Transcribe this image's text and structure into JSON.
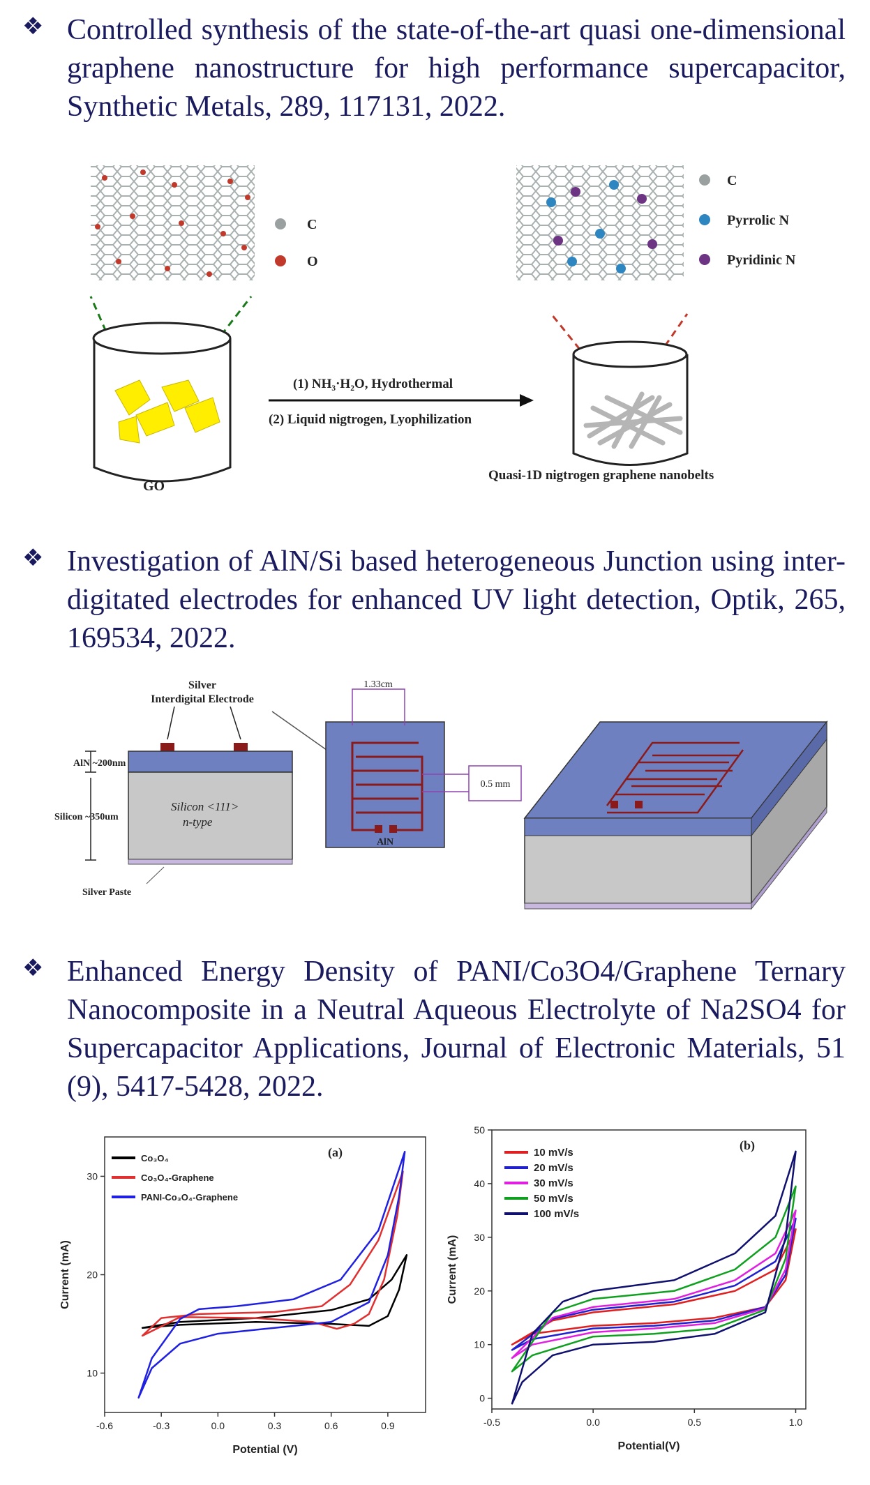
{
  "entries": [
    {
      "text": "Controlled synthesis of the state-of-the-art quasi one-dimensional graphene nanostructure for high performance supercapacitor, Synthetic Metals, 289, 117131, 2022."
    },
    {
      "text": "Investigation of AlN/Si based heterogeneous Junction using inter-digitated electrodes for enhanced UV light detection, Optik, 265, 169534, 2022."
    },
    {
      "text": "Enhanced Energy Density of PANI/Co3O4/Graphene Ternary Nanocomposite in a Neutral Aqueous Electrolyte of Na2SO4 for Supercapacitor Applications, Journal of Electronic Materials, 51 (9), 5417-5428, 2022."
    }
  ],
  "bullet": "❖",
  "fig1": {
    "legend_left": {
      "c": "C",
      "o": "O"
    },
    "legend_right": {
      "c": "C",
      "pyrrolic": "Pyrrolic N",
      "pyridinic": "Pyridinic N"
    },
    "step1": "(1) NH₃·H₂O, Hydrothermal",
    "step2": "(2) Liquid nigtrogen, Lyophilization",
    "go_label": "GO",
    "product_label": "Quasi-1D nigtrogen graphene nanobelts",
    "colors": {
      "carbon": "#9aa0a0",
      "oxygen": "#c0392b",
      "pyrrolic": "#2e86c1",
      "pyridinic": "#6c3483",
      "go_flake": "#ffee00"
    }
  },
  "fig2": {
    "electrode_title1": "Silver",
    "electrode_title2": "Interdigital Electrode",
    "aln_thickness": "AlN ~200nm",
    "si_thickness": "Silicon ~350um",
    "si_label1": "Silicon <111>",
    "si_label2": "n-type",
    "paste_label": "Silver Paste",
    "width_label": "1.33cm",
    "gap_label": "0.5 mm",
    "aln_label": "AlN",
    "colors": {
      "aln": "#6e80c0",
      "silicon": "#c8c8c8",
      "electrode": "#8b1a1a"
    }
  },
  "chart_data": [
    {
      "type": "line",
      "panel_label": "(a)",
      "xlabel": "Potential (V)",
      "ylabel": "Current (mA)",
      "xlim": [
        -0.6,
        1.1
      ],
      "ylim": [
        6,
        34
      ],
      "xticks": [
        "-0.6",
        "-0.3",
        "0.0",
        "0.3",
        "0.6",
        "0.9"
      ],
      "yticks": [
        "10",
        "20",
        "30"
      ],
      "legend": "top-left",
      "series": [
        {
          "name": "Co₃O₄",
          "color": "#000000",
          "upper": [
            [
              -0.4,
              14.6
            ],
            [
              -0.2,
              15.2
            ],
            [
              0.2,
              15.6
            ],
            [
              0.6,
              16.4
            ],
            [
              0.8,
              17.5
            ],
            [
              0.92,
              19.5
            ],
            [
              1.0,
              22.0
            ]
          ],
          "lower": [
            [
              1.0,
              22.0
            ],
            [
              0.96,
              18.5
            ],
            [
              0.9,
              15.8
            ],
            [
              0.8,
              14.8
            ],
            [
              0.6,
              15.0
            ],
            [
              0.2,
              15.2
            ],
            [
              -0.2,
              14.9
            ],
            [
              -0.4,
              14.6
            ]
          ]
        },
        {
          "name": "Co₃O₄-Graphene",
          "color": "#e03030",
          "upper": [
            [
              -0.4,
              13.8
            ],
            [
              -0.3,
              15.6
            ],
            [
              -0.1,
              16.0
            ],
            [
              0.3,
              16.2
            ],
            [
              0.55,
              16.8
            ],
            [
              0.7,
              19.0
            ],
            [
              0.85,
              23.5
            ],
            [
              0.98,
              30.5
            ]
          ],
          "lower": [
            [
              0.98,
              30.5
            ],
            [
              0.95,
              26.0
            ],
            [
              0.88,
              19.5
            ],
            [
              0.8,
              16.0
            ],
            [
              0.72,
              15.0
            ],
            [
              0.63,
              14.5
            ],
            [
              0.5,
              15.2
            ],
            [
              0.2,
              15.6
            ],
            [
              -0.2,
              15.7
            ],
            [
              -0.4,
              13.8
            ]
          ]
        },
        {
          "name": "PANI-Co₃O₄-Graphene",
          "color": "#2020e0",
          "upper": [
            [
              -0.42,
              7.5
            ],
            [
              -0.35,
              11.5
            ],
            [
              -0.2,
              15.5
            ],
            [
              -0.1,
              16.5
            ],
            [
              0.1,
              16.8
            ],
            [
              0.4,
              17.5
            ],
            [
              0.65,
              19.5
            ],
            [
              0.85,
              24.5
            ],
            [
              0.99,
              32.5
            ]
          ],
          "lower": [
            [
              0.99,
              32.5
            ],
            [
              0.96,
              28.0
            ],
            [
              0.9,
              22.0
            ],
            [
              0.8,
              17.2
            ],
            [
              0.6,
              15.2
            ],
            [
              0.3,
              14.6
            ],
            [
              0.0,
              14.0
            ],
            [
              -0.2,
              13.0
            ],
            [
              -0.35,
              10.5
            ],
            [
              -0.42,
              7.5
            ]
          ]
        }
      ]
    },
    {
      "type": "line",
      "panel_label": "(b)",
      "xlabel": "Potential(V)",
      "ylabel": "Current (mA)",
      "xlim": [
        -0.5,
        1.05
      ],
      "ylim": [
        -2,
        50
      ],
      "xticks": [
        "-0.5",
        "0.0",
        "0.5",
        "1.0"
      ],
      "yticks": [
        "0",
        "10",
        "20",
        "30",
        "40",
        "50"
      ],
      "legend": "top-left",
      "series": [
        {
          "name": "10 mV/s",
          "color": "#e02020",
          "upper": [
            [
              -0.4,
              10.0
            ],
            [
              -0.2,
              14.5
            ],
            [
              0.0,
              16.0
            ],
            [
              0.4,
              17.5
            ],
            [
              0.7,
              20.0
            ],
            [
              0.9,
              24.0
            ],
            [
              1.0,
              31.5
            ]
          ],
          "lower": [
            [
              1.0,
              31.5
            ],
            [
              0.95,
              22.0
            ],
            [
              0.85,
              17.0
            ],
            [
              0.6,
              15.0
            ],
            [
              0.3,
              14.0
            ],
            [
              0.0,
              13.5
            ],
            [
              -0.3,
              12.0
            ],
            [
              -0.4,
              10.0
            ]
          ]
        },
        {
          "name": "20 mV/s",
          "color": "#2020d0",
          "upper": [
            [
              -0.4,
              9.0
            ],
            [
              -0.2,
              14.8
            ],
            [
              0.0,
              16.5
            ],
            [
              0.4,
              18.0
            ],
            [
              0.7,
              21.0
            ],
            [
              0.9,
              25.5
            ],
            [
              1.0,
              33.5
            ]
          ],
          "lower": [
            [
              1.0,
              33.5
            ],
            [
              0.95,
              23.0
            ],
            [
              0.85,
              17.0
            ],
            [
              0.6,
              14.5
            ],
            [
              0.3,
              13.5
            ],
            [
              0.0,
              13.0
            ],
            [
              -0.3,
              11.0
            ],
            [
              -0.4,
              9.0
            ]
          ]
        },
        {
          "name": "30 mV/s",
          "color": "#e020e0",
          "upper": [
            [
              -0.4,
              7.5
            ],
            [
              -0.2,
              15.0
            ],
            [
              0.0,
              17.0
            ],
            [
              0.4,
              18.5
            ],
            [
              0.7,
              22.0
            ],
            [
              0.9,
              27.0
            ],
            [
              1.0,
              35.0
            ]
          ],
          "lower": [
            [
              1.0,
              35.0
            ],
            [
              0.95,
              24.0
            ],
            [
              0.85,
              16.8
            ],
            [
              0.6,
              14.0
            ],
            [
              0.3,
              13.0
            ],
            [
              0.0,
              12.3
            ],
            [
              -0.3,
              10.0
            ],
            [
              -0.4,
              7.5
            ]
          ]
        },
        {
          "name": "50 mV/s",
          "color": "#10a020",
          "upper": [
            [
              -0.4,
              5.0
            ],
            [
              -0.2,
              16.0
            ],
            [
              0.0,
              18.5
            ],
            [
              0.4,
              20.0
            ],
            [
              0.7,
              24.0
            ],
            [
              0.9,
              30.0
            ],
            [
              1.0,
              39.5
            ]
          ],
          "lower": [
            [
              1.0,
              39.5
            ],
            [
              0.95,
              26.0
            ],
            [
              0.85,
              16.5
            ],
            [
              0.6,
              13.0
            ],
            [
              0.3,
              12.0
            ],
            [
              0.0,
              11.5
            ],
            [
              -0.3,
              8.0
            ],
            [
              -0.4,
              5.0
            ]
          ]
        },
        {
          "name": "100 mV/s",
          "color": "#101070",
          "upper": [
            [
              -0.4,
              -1.0
            ],
            [
              -0.3,
              12.0
            ],
            [
              -0.15,
              18.0
            ],
            [
              0.0,
              20.0
            ],
            [
              0.4,
              22.0
            ],
            [
              0.7,
              27.0
            ],
            [
              0.9,
              34.0
            ],
            [
              1.0,
              46.0
            ]
          ],
          "lower": [
            [
              1.0,
              46.0
            ],
            [
              0.95,
              30.0
            ],
            [
              0.85,
              16.0
            ],
            [
              0.6,
              12.0
            ],
            [
              0.3,
              10.5
            ],
            [
              0.0,
              10.0
            ],
            [
              -0.2,
              8.0
            ],
            [
              -0.35,
              3.0
            ],
            [
              -0.4,
              -1.0
            ]
          ]
        }
      ]
    }
  ]
}
